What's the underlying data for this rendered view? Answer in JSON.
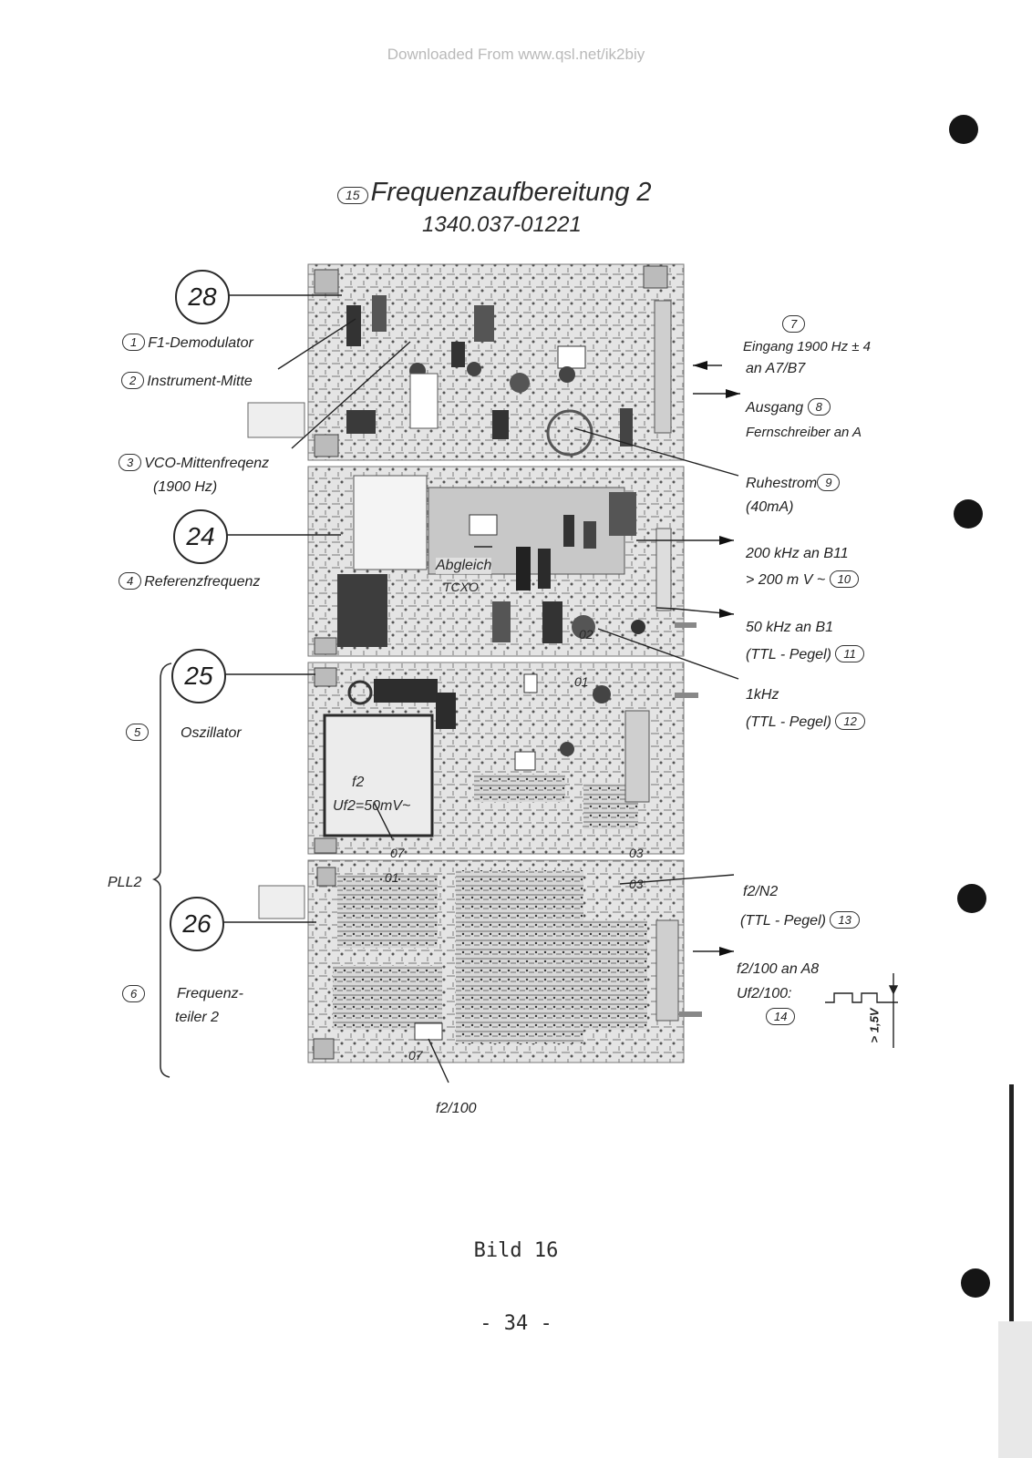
{
  "watermark": "Downloaded From www.qsl.net/ik2biy",
  "header": {
    "title_num": "15",
    "title": "Frequenzaufbereitung 2",
    "subtitle": "1340.037-01221"
  },
  "circles": {
    "c28": "28",
    "c24": "24",
    "c25": "25",
    "c26": "26"
  },
  "left_labels": {
    "l1_num": "1",
    "l1_text": "F1-Demodulator",
    "l2_num": "2",
    "l2_text": "Instrument-Mitte",
    "l3_num": "3",
    "l3_text": "VCO-Mittenfreqenz",
    "l3_sub": "(1900 Hz)",
    "l4_num": "4",
    "l4_text": "Referenzfrequenz",
    "l5_num": "5",
    "l5_text": "Oszillator",
    "pll": "PLL2",
    "l6_num": "6",
    "l6_text": "Frequenz-",
    "l6_sub": "teiler 2"
  },
  "right_labels": {
    "r7_num": "7",
    "r7_line1": "Eingang 1900 Hz ± 4",
    "r7_line2": "an A7/B7",
    "r8_line1": "Ausgang",
    "r8_num": "8",
    "r8_line2": "Fernschreiber an A",
    "r9_line1": "Ruhestrom",
    "r9_num": "9",
    "r9_line2": "(40mA)",
    "r10_line1": "200 kHz an B11",
    "r10_line2": "> 200 m V ~",
    "r10_num": "10",
    "r11_line1": "50 kHz an B1",
    "r11_line2": "(TTL - Pegel)",
    "r11_num": "11",
    "r12_line1": "1kHz",
    "r12_line2": "(TTL - Pegel)",
    "r12_num": "12",
    "r13_line1": "f2/N2",
    "r13_line2": "(TTL - Pegel)",
    "r13_num": "13",
    "r14_line1": "f2/100 an A8",
    "r14_line2": "Uf2/100:",
    "r14_num": "14",
    "r14_volt": "> 1,5V"
  },
  "board_labels": {
    "abgleich": "Abgleich",
    "tcxo": "TCXO",
    "f2": "f2",
    "uf2": "Uf2=50mV~",
    "tp07a": "07",
    "tp03a": "03",
    "tp01a": "01",
    "tp02": "02",
    "tp01b": "01",
    "tp03b": "03",
    "tp07b": "07"
  },
  "bottom_label": "f2/100",
  "caption": "Bild 16",
  "page_number": "- 34 -"
}
